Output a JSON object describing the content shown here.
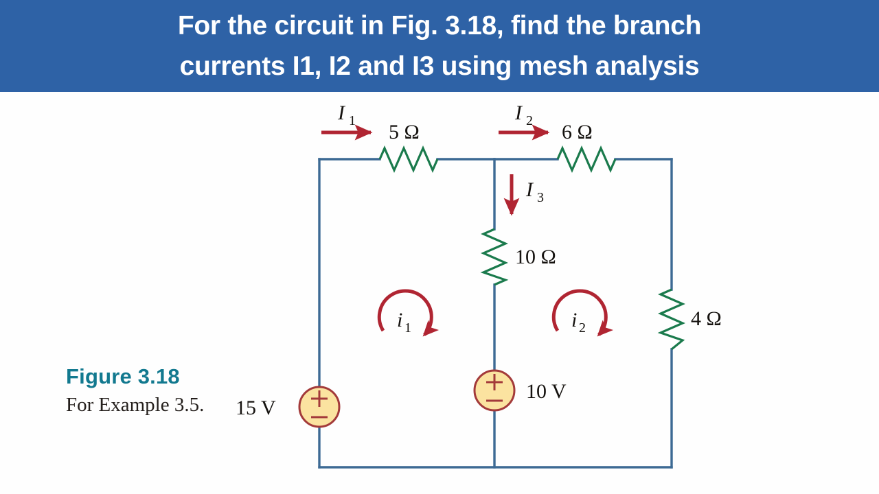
{
  "header": {
    "title": "For the circuit in Fig. 3.18, find the branch\ncurrents I1, I2 and I3 using mesh analysis",
    "background_color": "#2e62a6",
    "text_color": "#ffffff"
  },
  "caption": {
    "figure_label": "Figure 3.18",
    "figure_label_color": "#12798f",
    "description": "For Example 3.5."
  },
  "circuit": {
    "wire_color": "#3d6a94",
    "resistor_color": "#1a7a4c",
    "current_arrow_color": "#b02532",
    "source_fill_color": "#fbe3a0",
    "source_border_color": "#a33a3a",
    "resistors": [
      {
        "id": "r5",
        "label": "5 Ω",
        "value": "5",
        "unit": "Ω",
        "orientation": "horizontal",
        "branch": "top-left"
      },
      {
        "id": "r6",
        "label": "6 Ω",
        "value": "6",
        "unit": "Ω",
        "orientation": "horizontal",
        "branch": "top-right"
      },
      {
        "id": "r10",
        "label": "10 Ω",
        "value": "10",
        "unit": "Ω",
        "orientation": "vertical",
        "branch": "middle"
      },
      {
        "id": "r4",
        "label": "4 Ω",
        "value": "4",
        "unit": "Ω",
        "orientation": "vertical",
        "branch": "right"
      }
    ],
    "sources": [
      {
        "id": "v15",
        "label": "15 V",
        "value": "15",
        "unit": "V",
        "plus": "+",
        "minus": "−",
        "branch": "left"
      },
      {
        "id": "v10",
        "label": "10 V",
        "value": "10",
        "unit": "V",
        "plus": "+",
        "minus": "−",
        "branch": "middle-bottom"
      }
    ],
    "branch_currents": [
      {
        "id": "i1",
        "symbol": "I",
        "subscript": "1",
        "direction": "right"
      },
      {
        "id": "i2",
        "symbol": "I",
        "subscript": "2",
        "direction": "right"
      },
      {
        "id": "i3",
        "symbol": "I",
        "subscript": "3",
        "direction": "down"
      }
    ],
    "mesh_currents": [
      {
        "id": "mesh1",
        "symbol": "i",
        "subscript": "1",
        "direction": "clockwise",
        "loop": "left"
      },
      {
        "id": "mesh2",
        "symbol": "i",
        "subscript": "2",
        "direction": "clockwise",
        "loop": "right"
      }
    ]
  }
}
